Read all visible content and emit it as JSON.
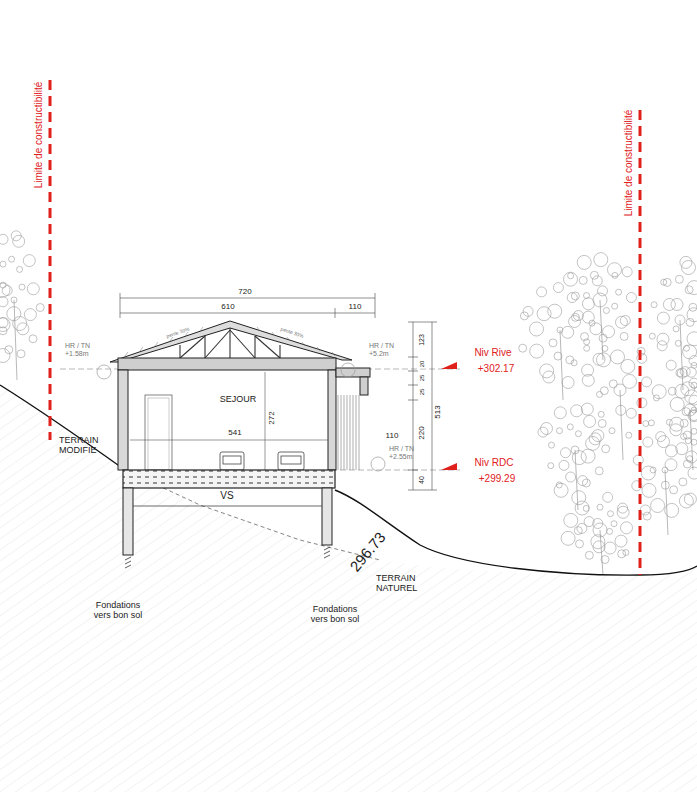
{
  "diagram": {
    "labels": [
      "Limite de constructibilité",
      "Limite de constructibilité",
      "720",
      "610",
      "110",
      "pente 30%",
      "pente 30%",
      "HR / TN +1.58m",
      "HR / TN +5.2m",
      "123",
      "20",
      "25",
      "25",
      "513",
      "220",
      "40",
      "Niv Rive",
      "+302.17",
      "SEJOUR",
      "272",
      "541",
      "110",
      "HR / TN +2.55m",
      "Niv RDC",
      "+299.29",
      "TERRAIN MODIFIE",
      "VS",
      "296.73",
      "TERRAIN NATUREL",
      "Fondations vers bon sol",
      "Fondations vers bon sol"
    ]
  }
}
